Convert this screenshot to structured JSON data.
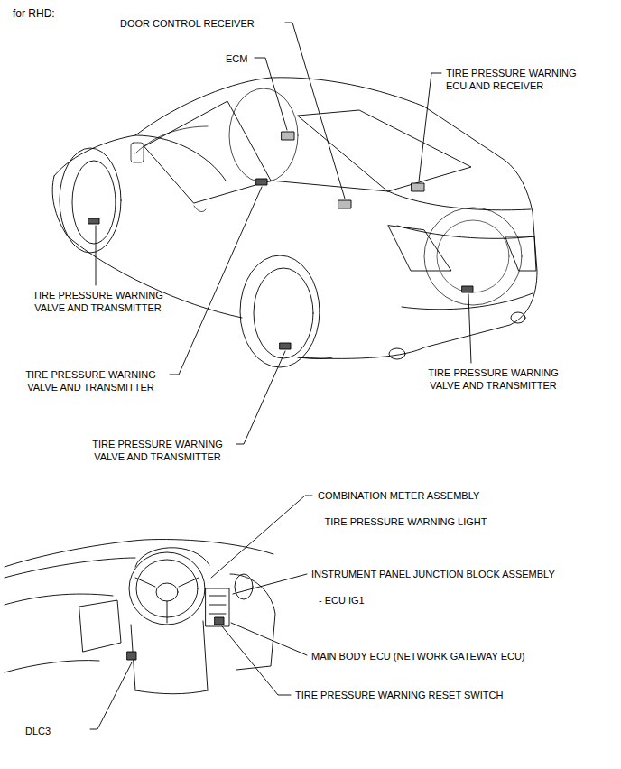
{
  "diagram": {
    "title": "for RHD:",
    "labels": [
      "DOOR CONTROL RECEIVER",
      "ECM",
      "TIRE PRESSURE WARNING ECU AND RECEIVER",
      "TIRE PRESSURE WARNING VALVE AND TRANSMITTER",
      "TIRE PRESSURE WARNING VALVE AND TRANSMITTER",
      "TIRE PRESSURE WARNING VALVE AND TRANSMITTER",
      "TIRE PRESSURE WARNING VALVE AND TRANSMITTER",
      "COMBINATION METER ASSEMBLY",
      "- TIRE PRESSURE WARNING LIGHT",
      "INSTRUMENT PANEL JUNCTION BLOCK ASSEMBLY",
      "- ECU IG1",
      "MAIN BODY ECU (NETWORK GATEWAY ECU)",
      "TIRE PRESSURE WARNING RESET SWITCH",
      "DLC3"
    ]
  }
}
